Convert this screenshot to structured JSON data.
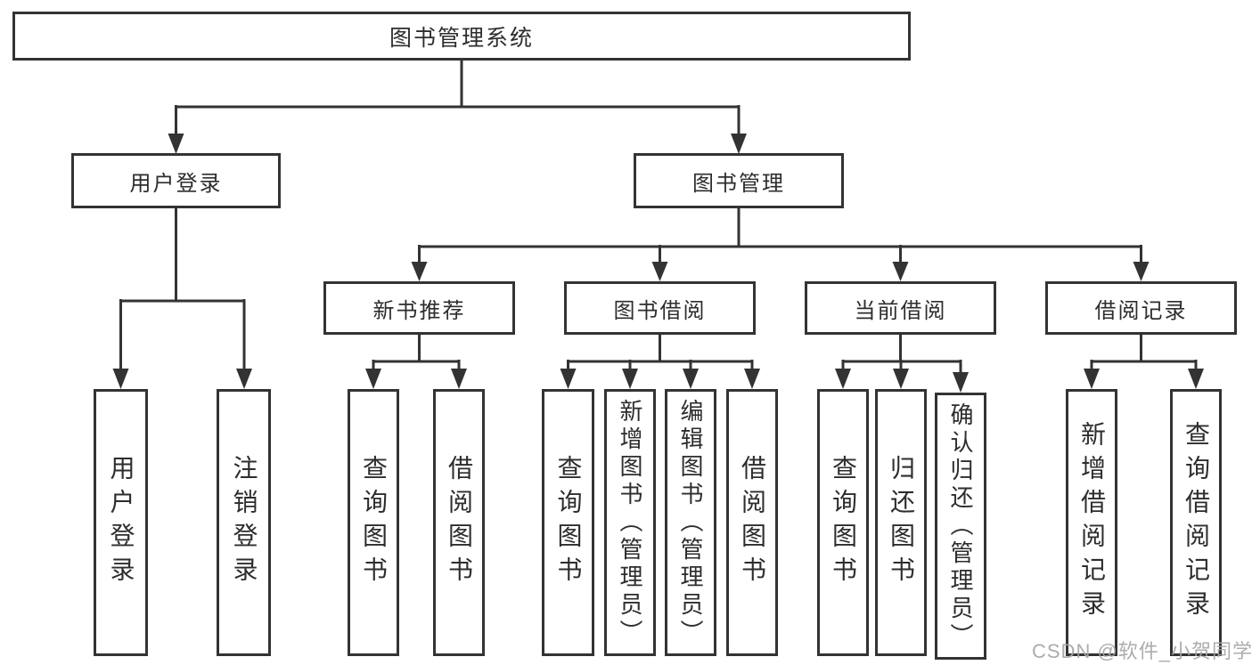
{
  "diagram": {
    "type": "hierarchy-tree",
    "nodes": {
      "root": "图书管理系统",
      "user_login": "用户登录",
      "book_management": "图书管理",
      "new_book_recommend": "新书推荐",
      "book_borrow": "图书借阅",
      "current_borrow": "当前借阅",
      "borrow_record": "借阅记录",
      "login": "用户登录",
      "logout": "注销登录",
      "nbr_query": "查询图书",
      "nbr_borrow": "借阅图书",
      "bb_query": "查询图书",
      "bb_add": "新增图书（管理员）",
      "bb_edit": "编辑图书（管理员）",
      "bb_borrow": "借阅图书",
      "cb_query": "查询图书",
      "cb_return": "归还图书",
      "cb_confirm": "确认归还（管理员）",
      "br_add": "新增借阅记录",
      "br_query": "查询借阅记录"
    },
    "edges": [
      [
        "图书管理系统",
        "用户登录"
      ],
      [
        "图书管理系统",
        "图书管理"
      ],
      [
        "用户登录",
        "用户登录"
      ],
      [
        "用户登录",
        "注销登录"
      ],
      [
        "图书管理",
        "新书推荐"
      ],
      [
        "图书管理",
        "图书借阅"
      ],
      [
        "图书管理",
        "当前借阅"
      ],
      [
        "图书管理",
        "借阅记录"
      ],
      [
        "新书推荐",
        "查询图书"
      ],
      [
        "新书推荐",
        "借阅图书"
      ],
      [
        "图书借阅",
        "查询图书"
      ],
      [
        "图书借阅",
        "新增图书（管理员）"
      ],
      [
        "图书借阅",
        "编辑图书（管理员）"
      ],
      [
        "图书借阅",
        "借阅图书"
      ],
      [
        "当前借阅",
        "查询图书"
      ],
      [
        "当前借阅",
        "归还图书"
      ],
      [
        "当前借阅",
        "确认归还（管理员）"
      ],
      [
        "借阅记录",
        "新增借阅记录"
      ],
      [
        "借阅记录",
        "查询借阅记录"
      ]
    ],
    "colors": {
      "line": "#333333",
      "box_border": "#333333",
      "box_background": "#ffffff",
      "text": "#2d2d2d",
      "watermark": "#a6a6a6"
    }
  },
  "watermark": "CSDN @软件_小贺同学"
}
